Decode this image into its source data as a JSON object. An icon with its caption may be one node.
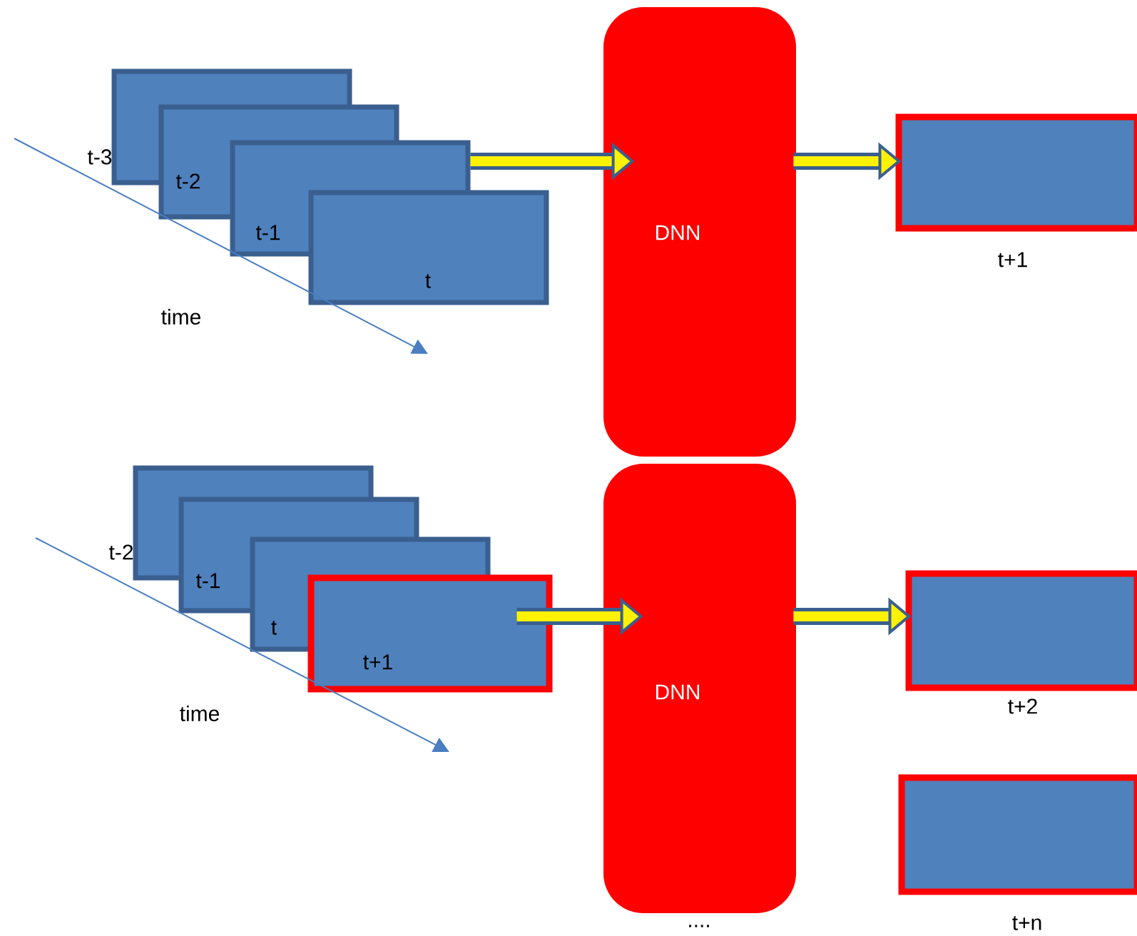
{
  "diagram": {
    "nodes": [
      {
        "text": [
          "t-3"
        ]
      },
      {
        "text": [
          "t-2"
        ]
      },
      {
        "text": [
          "t-1"
        ]
      },
      {
        "text": [
          "t"
        ]
      },
      {
        "text": [
          "DNN"
        ]
      },
      {
        "text": [
          "t+1"
        ]
      },
      {
        "text": [
          "t-2"
        ]
      },
      {
        "text": [
          "t-1"
        ]
      },
      {
        "text": [
          "t"
        ]
      },
      {
        "text": [
          "t+1"
        ]
      },
      {
        "text": [
          "DNN"
        ],
        "beside": [
          "...."
        ]
      },
      {
        "text": [
          "t+2"
        ]
      },
      {
        "text": [
          "t+n"
        ]
      }
    ],
    "edges": [
      {
        "from": 2,
        "to": 4,
        "arrow": "to"
      },
      {
        "from": 4,
        "to": 5,
        "arrow": "to"
      },
      {
        "from": 9,
        "to": 10,
        "arrow": "to"
      },
      {
        "from": 10,
        "to": 11,
        "arrow": "to"
      }
    ],
    "labels": [
      "time",
      "time"
    ]
  }
}
